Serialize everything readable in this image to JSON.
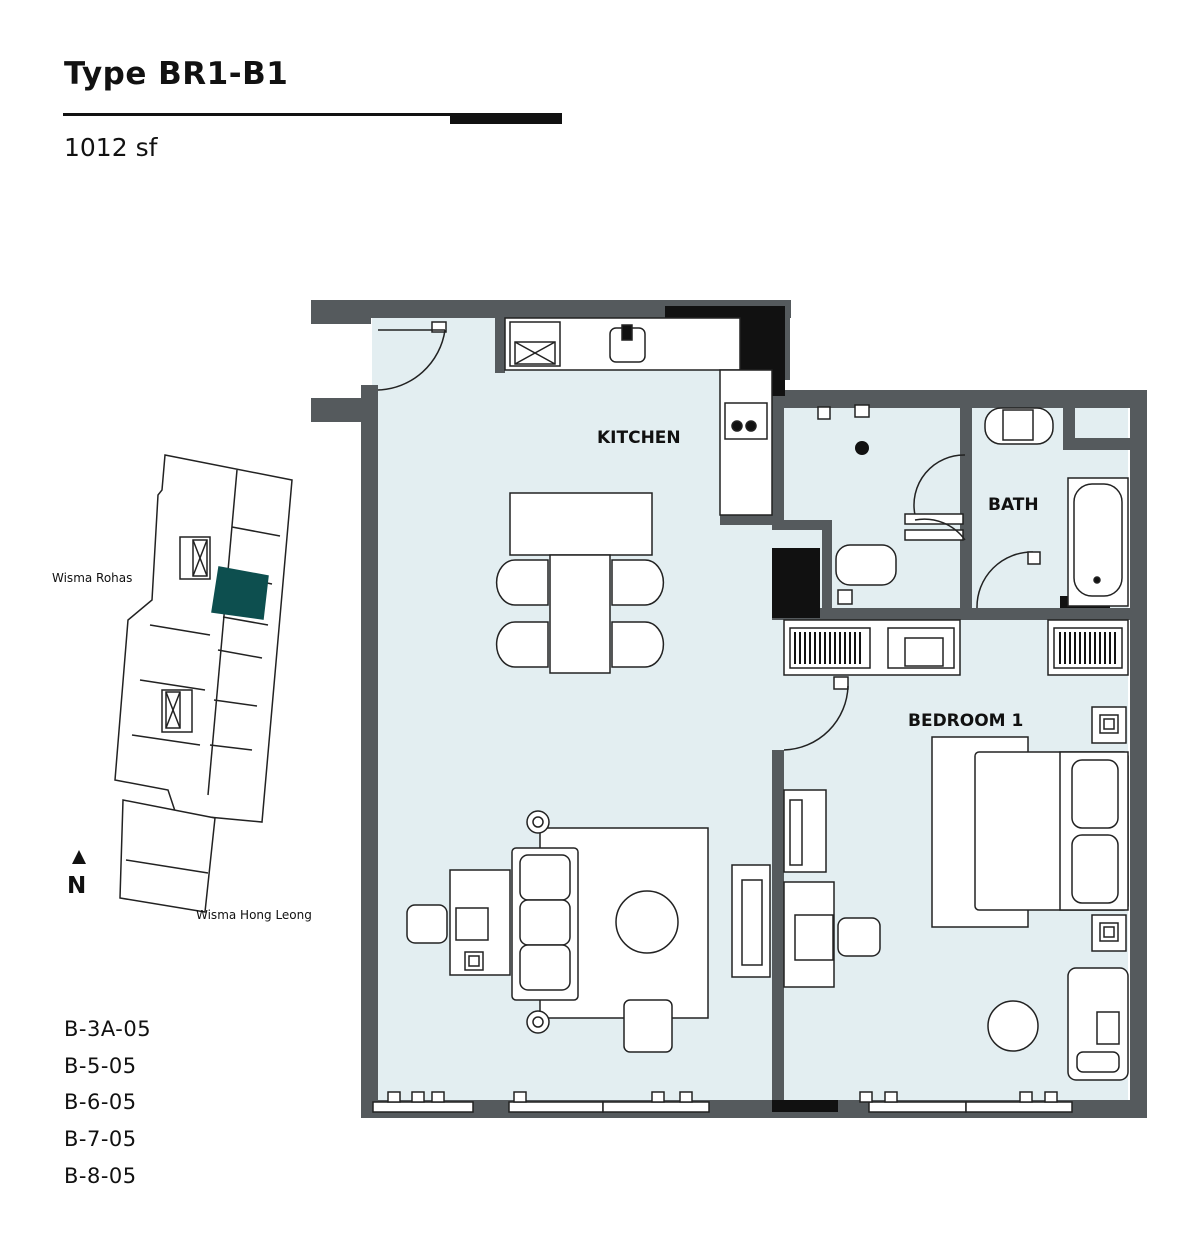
{
  "header": {
    "title": "Type BR1-B1",
    "area": "1012 sf"
  },
  "rooms": {
    "kitchen": "KITCHEN",
    "bath": "BATH",
    "bedroom": "BEDROOM 1"
  },
  "keyplan": {
    "building_top": "Wisma Rohas",
    "building_bottom": "Wisma Hong Leong",
    "north": "N",
    "highlight_color": "#0d4f4f"
  },
  "units": [
    "B-3A-05",
    "B-5-05",
    "B-6-05",
    "B-7-05",
    "B-8-05"
  ],
  "colors": {
    "floor": "#e3eef1",
    "wall": "#555a5d",
    "line": "#222222"
  }
}
